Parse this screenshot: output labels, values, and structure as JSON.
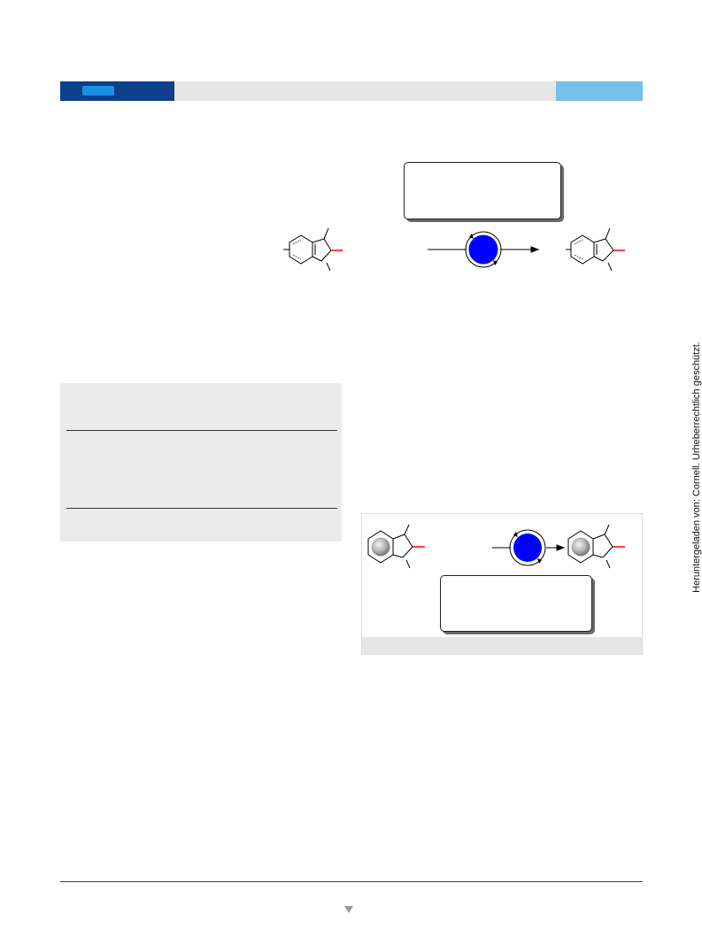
{
  "side_notice": "Heruntergeladen von: Cornell. Urheberrechtlich geschützt.",
  "colors": {
    "header_dark": "#0e3f8a",
    "header_pill": "#1a8ee0",
    "header_light": "#76bfe9",
    "catalyst_blue": "#0000ff",
    "bond_highlight": "#ff0000"
  },
  "icons": [
    "indole-structure",
    "catalyst-cycle-icon",
    "reaction-arrow",
    "aromatic-sphere-icon",
    "page-down-arrow-icon"
  ]
}
